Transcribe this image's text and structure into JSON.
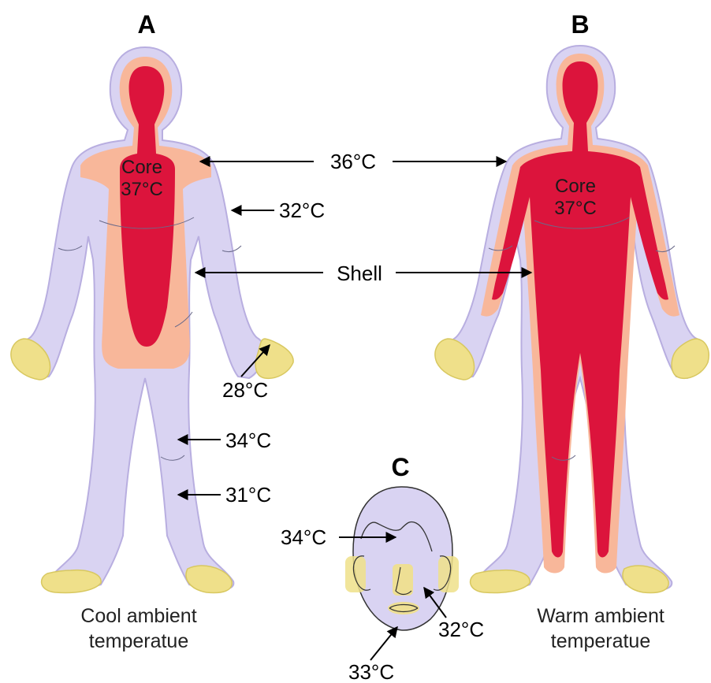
{
  "colors": {
    "shell_outer": "#d9d3f2",
    "shell_inner": "#f8b79a",
    "core": "#dc143c",
    "hands_feet": "#efe08a",
    "outline": "#b8aee0"
  },
  "panels": {
    "a": "A",
    "b": "B",
    "c": "C"
  },
  "figure_a": {
    "core_word": "Core",
    "core_temp": "37°C",
    "caption_line1": "Cool ambient",
    "caption_line2": "temperatue"
  },
  "figure_b": {
    "core_word": "Core",
    "core_temp": "37°C",
    "caption_line1": "Warm ambient",
    "caption_line2": "temperatue"
  },
  "labels": {
    "t36": "36°C",
    "t32_arm": "32°C",
    "shell": "Shell",
    "t28": "28°C",
    "t34_leg": "34°C",
    "t31": "31°C",
    "t34_face": "34°C",
    "t32_face": "32°C",
    "t33": "33°C"
  },
  "icons": {
    "arrow": "arrow-icon"
  }
}
